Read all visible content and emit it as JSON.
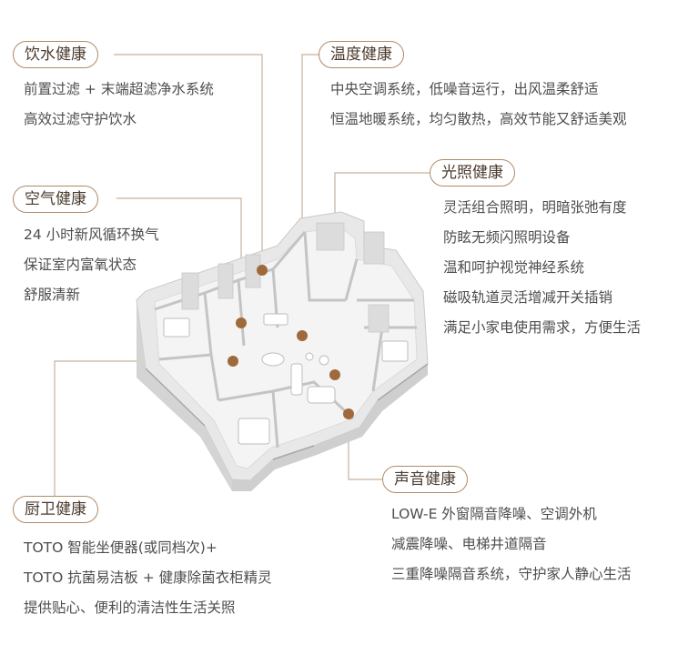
{
  "theme": {
    "accent": "#a0693c",
    "leader": "#c8b09a",
    "pill_border": "#b08a67"
  },
  "sections": {
    "drinking_water": {
      "title": "饮水健康",
      "lines": [
        "前置过滤 + 末端超滤净水系统",
        "高效过滤守护饮水"
      ]
    },
    "temperature": {
      "title": "温度健康",
      "lines": [
        "中央空调系统，低噪音运行，出风温柔舒适",
        "恒温地暖系统，均匀散热，高效节能又舒适美观"
      ]
    },
    "lighting": {
      "title": "光照健康",
      "lines": [
        "灵活组合照明，明暗张弛有度",
        "防眩无频闪照明设备",
        "温和呵护视觉神经系统",
        "磁吸轨道灵活增减开关插销",
        "满足小家电使用需求，方便生活"
      ]
    },
    "air": {
      "title": "空气健康",
      "lines": [
        "24 小时新风循环换气",
        "保证室内富氧状态",
        "舒服清新"
      ]
    },
    "sound": {
      "title": "声音健康",
      "lines": [
        "LOW-E 外窗隔音降噪、空调外机",
        "减震降噪、电梯井道隔音",
        "三重降噪隔音系统，守护家人静心生活"
      ]
    },
    "kitchen_bath": {
      "title": "厨卫健康",
      "lines": [
        "TOTO 智能坐便器(或同档次)+",
        "TOTO 抗菌易洁板 + 健康除菌衣柜精灵",
        "提供贴心、便利的清洁性生活关照"
      ]
    }
  }
}
